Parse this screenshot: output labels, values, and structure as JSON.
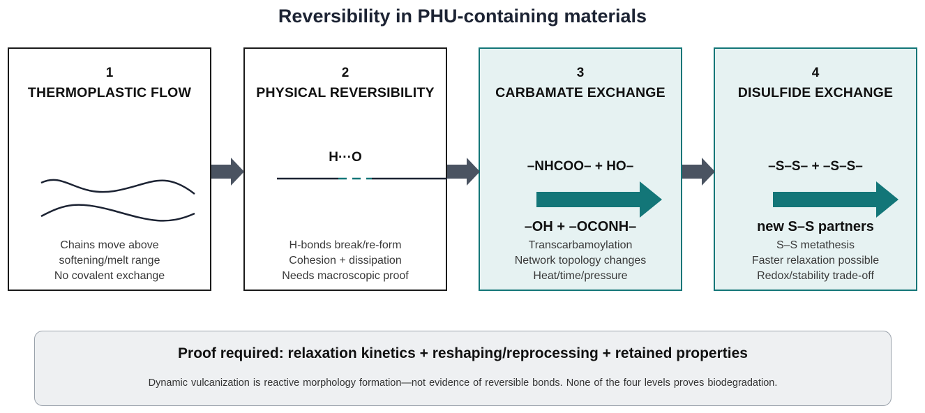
{
  "title": "Reversibility in PHU-containing materials",
  "colors": {
    "teal_accent": "#137678",
    "teal_fill": "#e6f2f2",
    "connector_arrow": "#4a5361",
    "dark_line": "#1c2333"
  },
  "panels": [
    {
      "number": "1",
      "heading": "THERMOPLASTIC FLOW",
      "graphic": "wavy-chains-icon",
      "desc": [
        "Chains move above",
        "softening/melt range",
        "No covalent exchange"
      ]
    },
    {
      "number": "2",
      "heading": "PHYSICAL REVERSIBILITY",
      "graphic": "hydrogen-bond-icon",
      "bond_label": "H···O",
      "desc": [
        "H-bonds break/re-form",
        "Cohesion + dissipation",
        "Needs macroscopic proof"
      ]
    },
    {
      "number": "3",
      "heading": "CARBAMATE EXCHANGE",
      "reactants": "–NHCOO– + HO–",
      "products": "–OH + –OCONH–",
      "desc": [
        "Transcarbamoylation",
        "Network topology changes",
        "Heat/time/pressure"
      ]
    },
    {
      "number": "4",
      "heading": "DISULFIDE EXCHANGE",
      "reactants": "–S–S– + –S–S–",
      "products": "new S–S partners",
      "desc": [
        "S–S metathesis",
        "Faster relaxation possible",
        "Redox/stability trade-off"
      ]
    }
  ],
  "proof": {
    "heading": "Proof required: relaxation kinetics + reshaping/reprocessing + retained properties",
    "note": "Dynamic vulcanization is reactive morphology formation—not evidence of reversible bonds. None of the four levels proves biodegradation."
  }
}
